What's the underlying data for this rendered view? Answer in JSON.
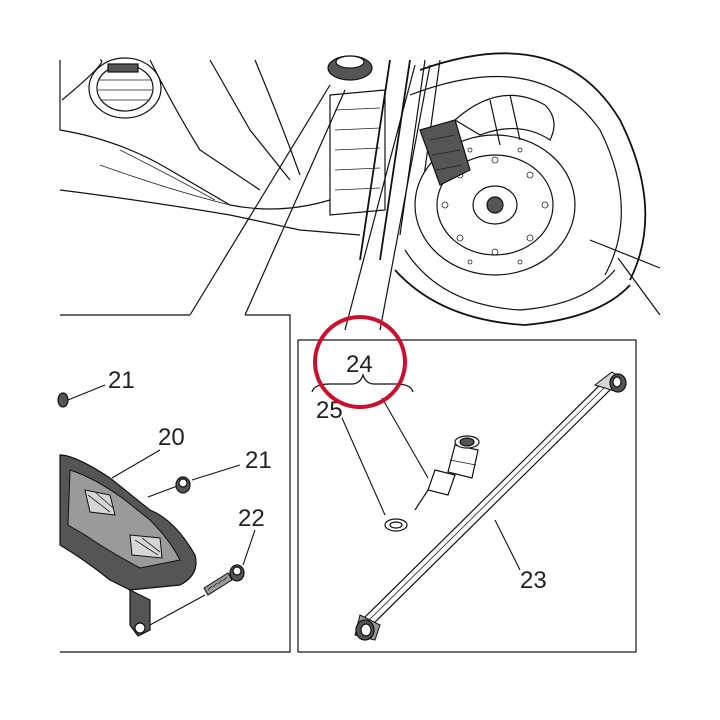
{
  "diagram": {
    "labels": {
      "part_20": "20",
      "part_21_a": "21",
      "part_21_b": "21",
      "part_22": "22",
      "part_23": "23",
      "part_24": "24",
      "part_25": "25"
    },
    "highlight_color": "#c8102e",
    "line_color": "#111111"
  }
}
